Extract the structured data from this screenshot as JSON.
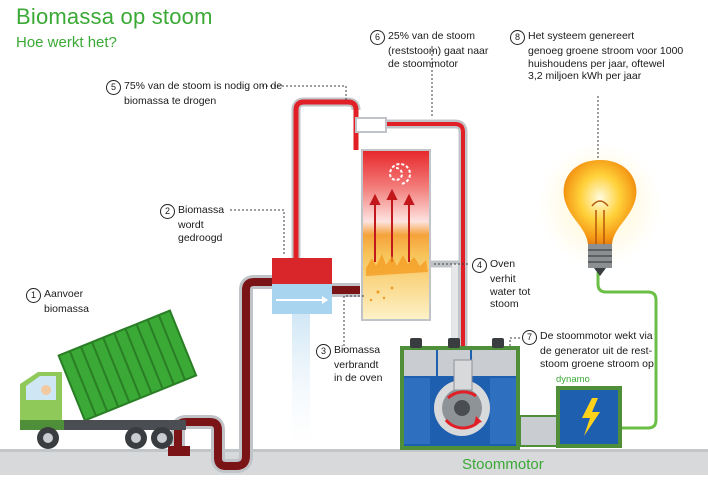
{
  "title": "Biomassa op stoom",
  "subtitle": "Hoe werkt het?",
  "steps": [
    {
      "num": "1",
      "lines": [
        "Aanvoer",
        "biomassa"
      ]
    },
    {
      "num": "2",
      "lines": [
        "Biomassa",
        "wordt",
        "gedroogd"
      ]
    },
    {
      "num": "3",
      "lines": [
        "Biomassa",
        "verbrandt",
        "in de oven"
      ]
    },
    {
      "num": "4",
      "lines": [
        "Oven",
        "verhit",
        "water tot",
        "stoom"
      ]
    },
    {
      "num": "5",
      "lines": [
        "75% van de stoom is nodig om de",
        "biomassa te drogen"
      ]
    },
    {
      "num": "6",
      "lines": [
        "25% van de stoom",
        "(reststoom) gaat naar",
        "de stoommotor"
      ]
    },
    {
      "num": "7",
      "lines": [
        "De stoommotor wekt via",
        "de generator uit de rest-",
        "stoom groene stroom op"
      ]
    },
    {
      "num": "8",
      "lines": [
        "Het systeem genereert",
        "genoeg groene stroom voor 1000",
        "huishoudens per jaar, oftewel",
        "3,2 miljoen kWh per jaar"
      ]
    }
  ],
  "engine_label": "Stoommotor",
  "generator_label": "dynamo",
  "colors": {
    "accent_green": "#3aa935",
    "steam_red": "#e01f26",
    "biomass_brown": "#7a1416",
    "pipe_grey": "#c0c4c8",
    "engine_blue": "#1f5fb0",
    "ground": "#d7d9db"
  },
  "icons": [
    "truck-icon",
    "lightbulb-icon",
    "lightning-icon",
    "flame-icon"
  ]
}
